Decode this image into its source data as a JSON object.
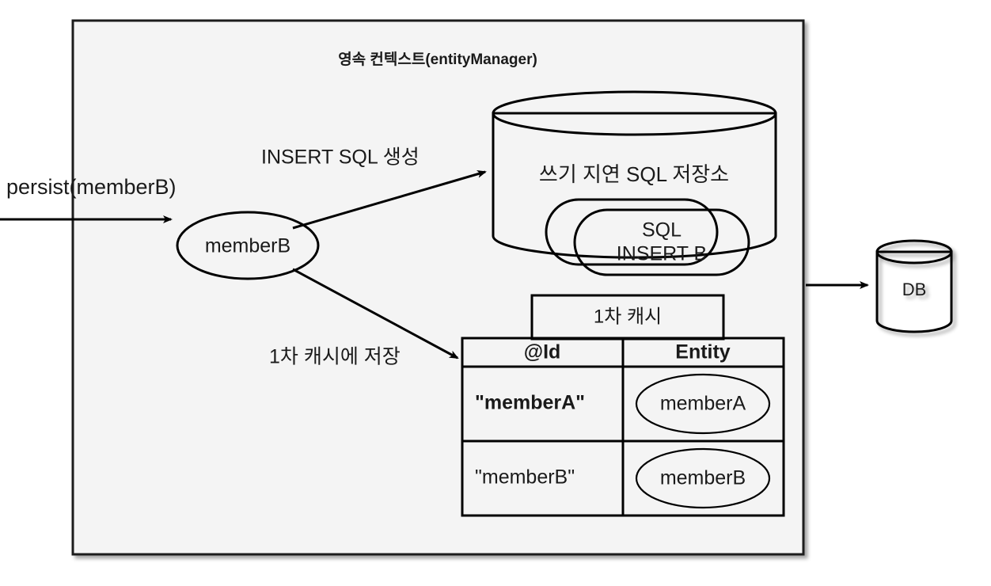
{
  "diagram": {
    "title": "영속 컨텍스트(entityManager)",
    "background_color": "#f4f4f4",
    "border_color": "#1b1b1b",
    "stroke_color": "#000000",
    "shape_fill": "#ffffff"
  },
  "inbound": {
    "label": "persist(memberB)",
    "arrow_name": "persist-arrow"
  },
  "entity": {
    "label": "memberB"
  },
  "edges": {
    "to_store": "INSERT SQL 생성",
    "to_cache": "1차 캐시에 저장"
  },
  "sql_store": {
    "title": "쓰기 지연 SQL 저장소",
    "items": [
      {
        "line1": "",
        "line2": ""
      },
      {
        "line1": "SQL",
        "line2": "INSERT B"
      }
    ]
  },
  "cache": {
    "tab_label": "1차 캐시",
    "columns": [
      "@Id",
      "Entity"
    ],
    "rows": [
      {
        "id": "\"memberA\"",
        "entity": "memberA",
        "bold": true
      },
      {
        "id": "\"memberB\"",
        "entity": "memberB",
        "bold": false
      }
    ]
  },
  "database": {
    "label": "DB"
  }
}
